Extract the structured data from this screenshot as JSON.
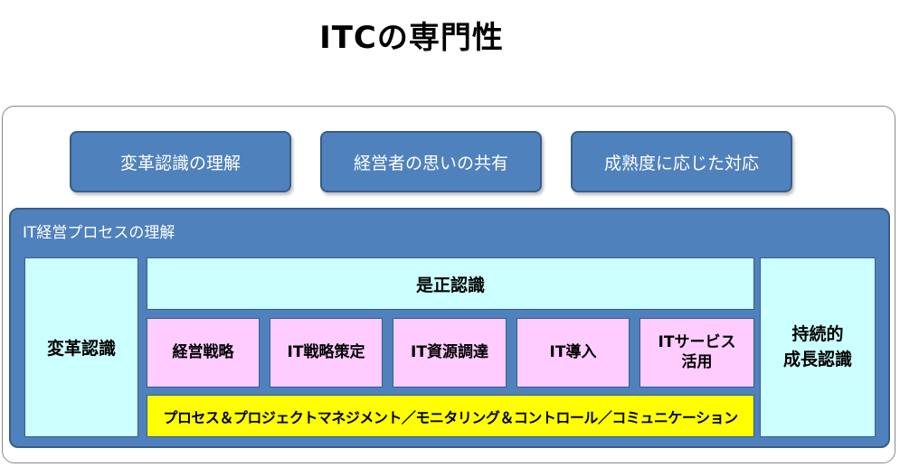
{
  "title": "ITCの専門性",
  "top_boxes": [
    {
      "label": "変革認識の理解"
    },
    {
      "label": "経営者の思いの共有"
    },
    {
      "label": "成熟度に応じた対応"
    }
  ],
  "process": {
    "label": "IT経営プロセスの理解",
    "left_box": "変革認識",
    "right_box_line1": "持続的",
    "right_box_line2": "成長認識",
    "top_bar": "是正認識",
    "stages": [
      {
        "line1": "経営戦略",
        "line2": ""
      },
      {
        "line1": "IT戦略策定",
        "line2": ""
      },
      {
        "line1": "IT資源調達",
        "line2": ""
      },
      {
        "line1": "IT導入",
        "line2": ""
      },
      {
        "line1": "ITサービス",
        "line2": "活用"
      }
    ],
    "bottom_bar": "プロセス＆プロジェクトマネジメント／モニタリング＆コントロール／コミュニケーション"
  },
  "colors": {
    "frame_blue": "#4f81bd",
    "cyan": "#ccffff",
    "pink": "#ffccff",
    "yellow": "#ffff00"
  }
}
